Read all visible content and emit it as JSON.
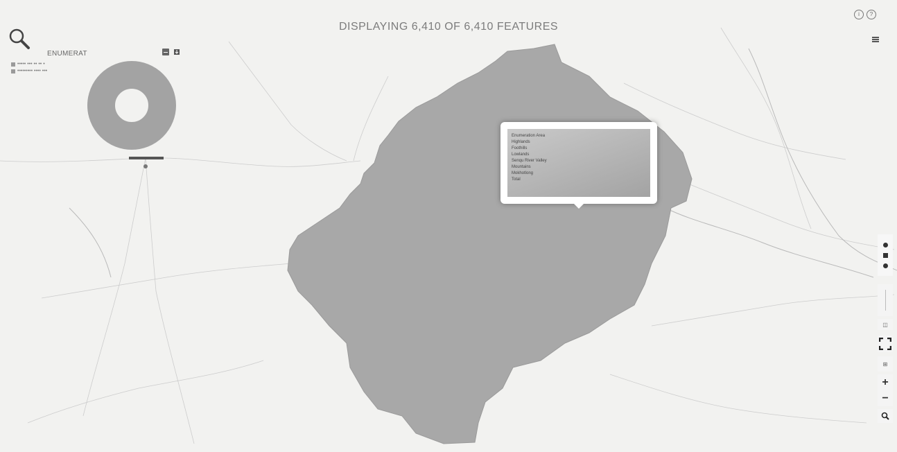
{
  "header": {
    "title": "DISPLAYING 6,410 OF 6,410 FEATURES"
  },
  "widget": {
    "title": "ENUMERAT",
    "legend": [
      {
        "label": "••••• ••• •• •• •",
        "color": "#9a9a9a"
      },
      {
        "label": "••••••••• •••• •••",
        "color": "#9a9a9a"
      }
    ],
    "donut_color": "#a3a3a3"
  },
  "popup": {
    "rows": [
      {
        "label": "Enumeration Area",
        "value": ""
      },
      {
        "label": "Highlands",
        "value": ""
      },
      {
        "label": "Foothills",
        "value": ""
      },
      {
        "label": "Lowlands",
        "value": ""
      },
      {
        "label": "Senqu River Valley",
        "value": ""
      },
      {
        "label": "Mountains",
        "value": ""
      },
      {
        "label": "Mokhotlong",
        "value": ""
      },
      {
        "label": "Total",
        "value": ""
      }
    ]
  },
  "controls": {
    "zoom_in": "+",
    "zoom_out": "−"
  },
  "map": {
    "region_color": "#a8a8a8",
    "land_color": "#f2f2f0",
    "road_color": "#cccccc",
    "river_color": "#b9b9b9"
  },
  "icons": {
    "search": "search-icon",
    "info": "info-icon",
    "help": "help-icon",
    "layers": "layers-icon",
    "fullscreen": "fullscreen-icon",
    "zoom_search": "zoom-search-icon"
  }
}
